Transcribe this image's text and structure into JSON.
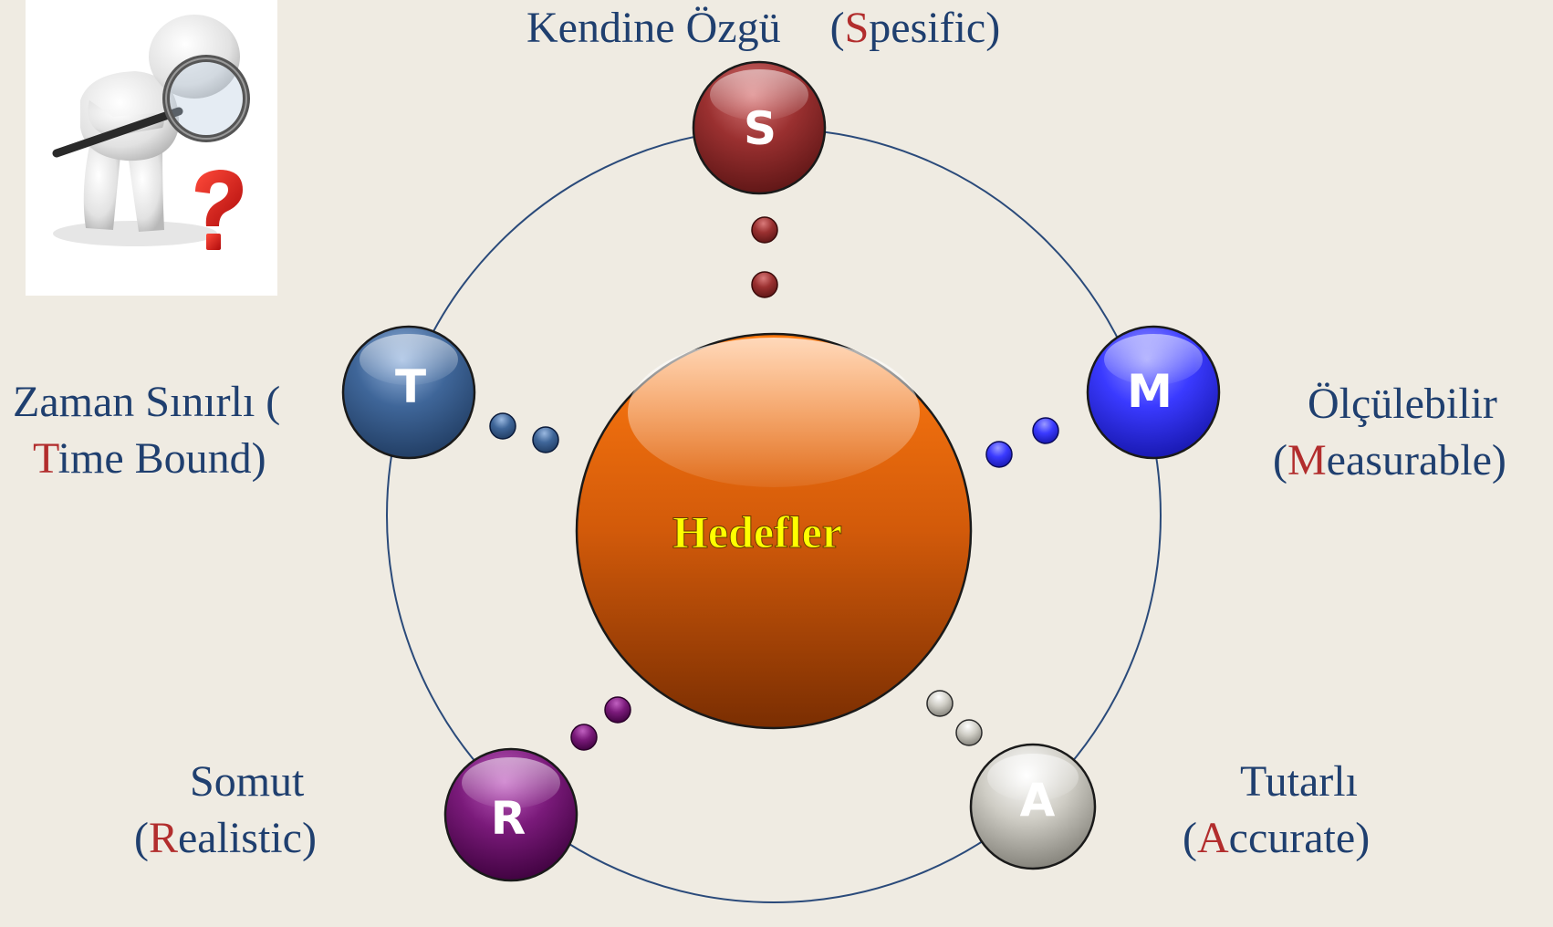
{
  "center": {
    "label": "Hedefler"
  },
  "nodes": [
    {
      "id": "s",
      "letter": "S",
      "text_before": "Kendine Özgü",
      "paren_open": "(",
      "highlight": "S",
      "rest": "pesific)",
      "color": "#8e2a2a"
    },
    {
      "id": "m",
      "letter": "M",
      "line1": "Ölçülebilir",
      "paren_open": "(",
      "highlight": "M",
      "rest": "easurable)",
      "color": "#2f2fe8"
    },
    {
      "id": "a",
      "letter": "A",
      "line1": "Tutarlı",
      "paren_open": "(",
      "highlight": "A",
      "rest": "ccurate)",
      "color": "#b9b7ae"
    },
    {
      "id": "r",
      "letter": "R",
      "line1": "Somut",
      "paren_open": "(",
      "highlight": "R",
      "rest": "ealistic)",
      "color": "#6a0f6a"
    },
    {
      "id": "t",
      "letter": "T",
      "line1": "Zaman Sınırlı (",
      "highlight": "T",
      "rest": "ime Bound)",
      "color": "#37598a"
    }
  ],
  "thumbnail": {
    "icon": "magnifier-question-figure-icon"
  },
  "colors": {
    "background": "#efebe2",
    "label_text": "#1f3f6f",
    "letter_highlight": "#b22d2d",
    "center_fill": "#e0620e",
    "center_text": "#ffff00",
    "orbit": "#2a4a7a"
  }
}
